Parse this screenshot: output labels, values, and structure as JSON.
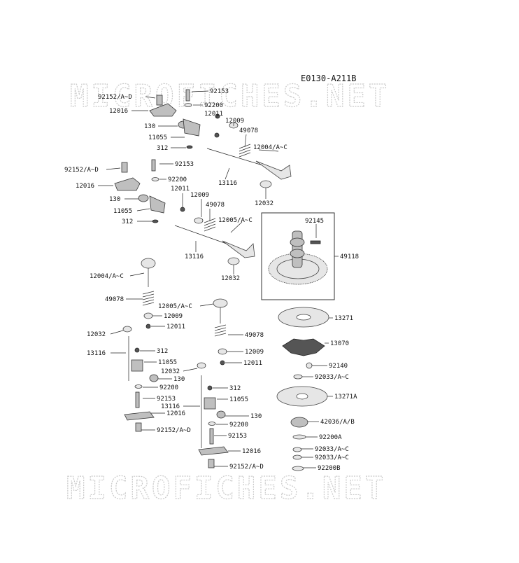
{
  "diagram": {
    "code": "E0130-A211B",
    "watermark": "MICROFICHES.NET",
    "labels": [
      "92153",
      "92152/A~D",
      "92200",
      "12016",
      "12011",
      "130",
      "12009",
      "49078",
      "11055",
      "12004/A~C",
      "312",
      "13116",
      "12032",
      "92153",
      "92152/A~D",
      "92200",
      "12016",
      "12011",
      "130",
      "12009",
      "49078",
      "11055",
      "12005/A~C",
      "312",
      "13116",
      "12032",
      "92145",
      "49118",
      "12004/A~C",
      "49078",
      "12005/A~C",
      "12009",
      "12011",
      "12032",
      "49078",
      "13116",
      "312",
      "11055",
      "12009",
      "12011",
      "130",
      "12032",
      "92200",
      "92153",
      "12016",
      "312",
      "13116",
      "11055",
      "92152/A~D",
      "130",
      "92200",
      "92153",
      "12016",
      "92152/A~D",
      "13271",
      "13070",
      "92140",
      "92033/A~C",
      "13271A",
      "42036/A/B",
      "92200A",
      "92033/A~C",
      "92033/A~C",
      "92200B"
    ]
  }
}
